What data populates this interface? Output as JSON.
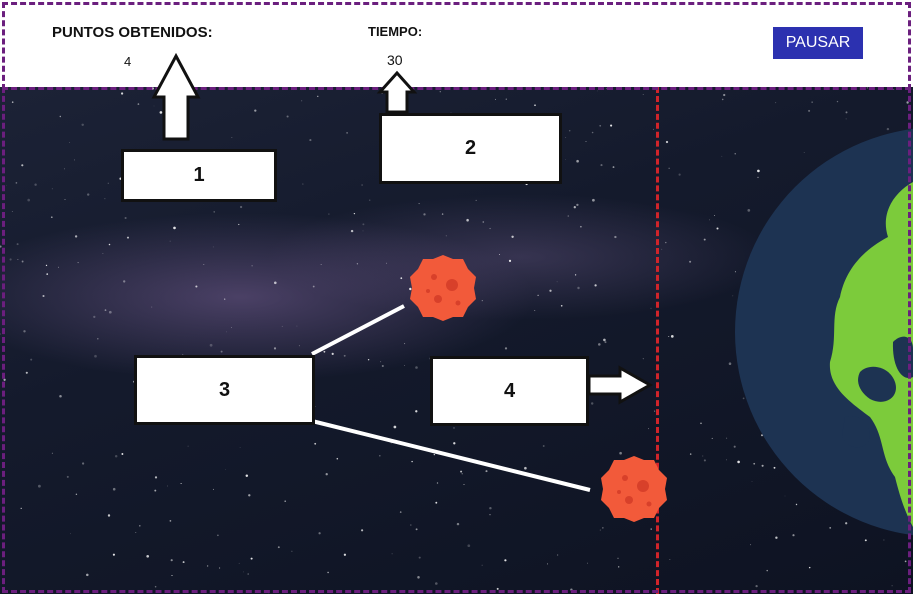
{
  "hud": {
    "score_label": "PUNTOS OBTENIDOS:",
    "score_value": "4",
    "time_label": "TIEMPO:",
    "time_value": "30",
    "pause_label": "PAUSAR"
  },
  "callouts": [
    "1",
    "2",
    "3",
    "4"
  ],
  "colors": {
    "frame": "#6b1f7e",
    "pause_button": "#2c31b0",
    "deadline": "#d0242a",
    "asteroid": "#f25a3a",
    "earth_ocean": "#1d3352",
    "earth_land": "#7ccb3b"
  },
  "icons": [
    "arrow-up-icon",
    "arrow-right-icon",
    "asteroid-icon",
    "earth-planet-icon"
  ]
}
